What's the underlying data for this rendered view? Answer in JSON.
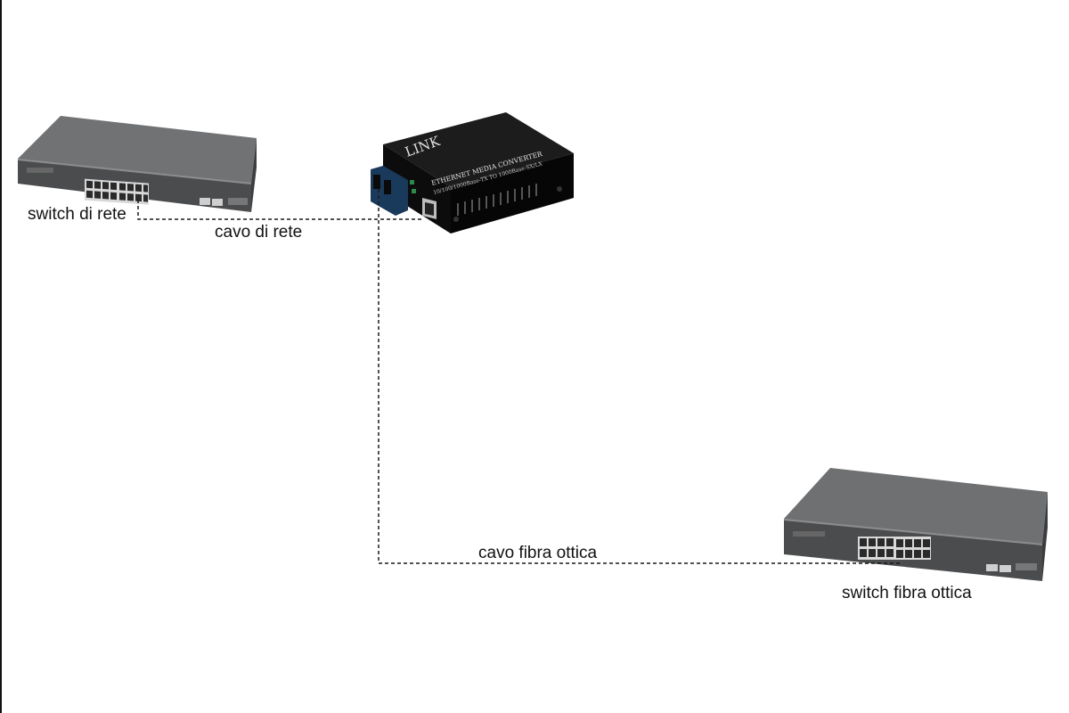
{
  "labels": {
    "switch_network": "switch di rete",
    "cable_network": "cavo di rete",
    "cable_fiber": "cavo fibra ottica",
    "switch_fiber": "switch fibra ottica"
  },
  "device": {
    "converter_logo": "LINK",
    "converter_title": "ETHERNET MEDIA CONVERTER",
    "converter_spec": "10/100/1000Base-TX TO 1000Base-SX/LX"
  },
  "colors": {
    "switch_body": "#555759",
    "switch_top": "#6a6c6e",
    "converter_body": "#0c0c0c",
    "connector_line": "#1a1a1a"
  }
}
